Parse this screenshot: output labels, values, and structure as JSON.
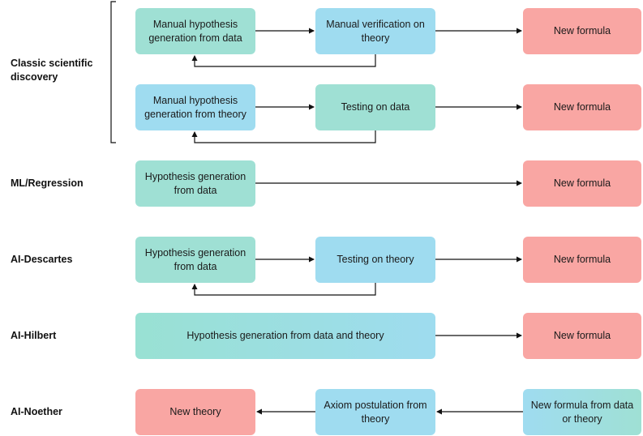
{
  "rows": {
    "classic": {
      "label": "Classic scientific discovery",
      "a": {
        "box1": "Manual hypothesis generation from data",
        "box2": "Manual verification on theory",
        "box3": "New formula"
      },
      "b": {
        "box1": "Manual hypothesis generation from theory",
        "box2": "Testing on data",
        "box3": "New formula"
      }
    },
    "ml": {
      "label": "ML/Regression",
      "box1": "Hypothesis generation from data",
      "box3": "New formula"
    },
    "descartes": {
      "label": "AI-Descartes",
      "box1": "Hypothesis generation from data",
      "box2": "Testing on theory",
      "box3": "New formula"
    },
    "hilbert": {
      "label": "AI-Hilbert",
      "box1": "Hypothesis generation from data and theory",
      "box3": "New formula"
    },
    "noether": {
      "label": "AI-Noether",
      "box1": "New theory",
      "box2": "Axiom postulation from theory",
      "box3": "New formula from data or theory"
    }
  },
  "colors": {
    "data_box": "#9fe0d4",
    "theory_box": "#9fdcf0",
    "formula_box": "#f9a6a3",
    "arrow": "#111111"
  }
}
